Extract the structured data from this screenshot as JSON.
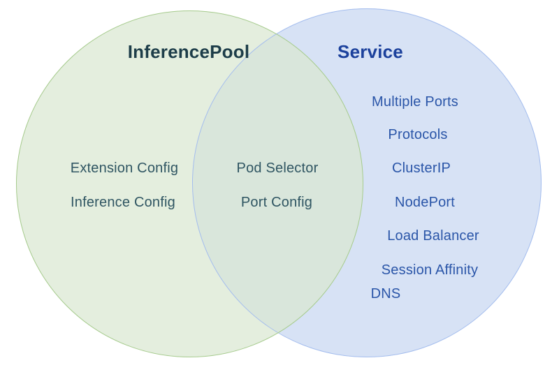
{
  "diagram": {
    "type": "venn",
    "background": "#ffffff",
    "left_circle": {
      "title": "InferencePool",
      "items": [
        "Extension Config",
        "Inference Config"
      ],
      "fill": "#e4eede",
      "stroke": "#a6cb8d",
      "title_color": "#1d3d49",
      "text_color": "#2f5562"
    },
    "overlap": {
      "items": [
        "Pod Selector",
        "Port Config"
      ],
      "fill": "#d9e6db",
      "text_color": "#2f5562"
    },
    "right_circle": {
      "title": "Service",
      "items": [
        "Multiple Ports",
        "Protocols",
        "ClusterIP",
        "NodePort",
        "Load Balancer",
        "Session Affinity",
        "DNS"
      ],
      "fill": "#d7e2f5",
      "stroke": "#a4bdee",
      "title_color": "#1c419c",
      "text_color": "#2a55a8"
    }
  }
}
